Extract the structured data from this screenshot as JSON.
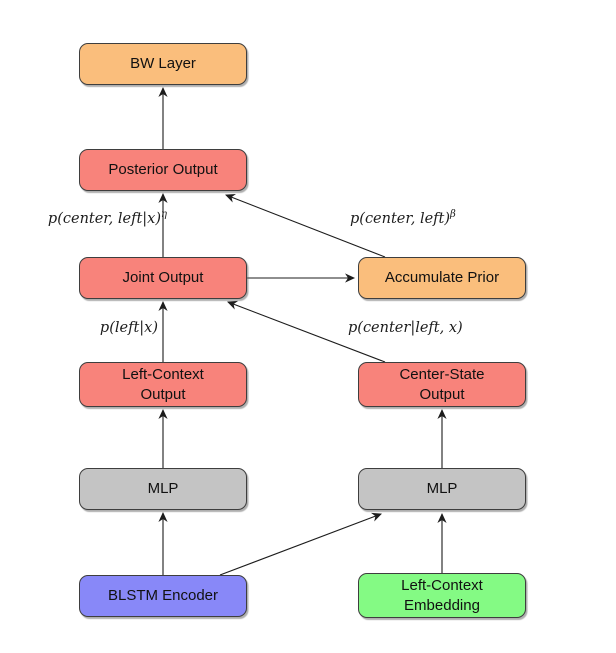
{
  "figure": {
    "background": "#ffffff",
    "colors": {
      "orange": "#FABE7C",
      "red": "#F8837B",
      "gray": "#C4C4C4",
      "blue": "#8888F8",
      "green": "#84FA84",
      "edge": "#1c1c1c"
    },
    "nodes": {
      "bw_layer": {
        "label": "BW Layer",
        "color": "#FABE7C"
      },
      "posterior_output": {
        "label": "Posterior Output",
        "color": "#F8837B"
      },
      "joint_output": {
        "label": "Joint Output",
        "color": "#F8837B"
      },
      "accumulate_prior": {
        "label": "Accumulate Prior",
        "color": "#FABE7C"
      },
      "left_context_output": {
        "line1": "Left-Context",
        "line2": "Output",
        "color": "#F8837B"
      },
      "center_state_output": {
        "line1": "Center-State",
        "line2": "Output",
        "color": "#F8837B"
      },
      "mlp_left": {
        "label": "MLP",
        "color": "#C4C4C4"
      },
      "mlp_right": {
        "label": "MLP",
        "color": "#C4C4C4"
      },
      "blstm_encoder": {
        "label": "BLSTM Encoder",
        "color": "#8888F8"
      },
      "left_context_embedding": {
        "line1": "Left-Context",
        "line2": "Embedding",
        "color": "#84FA84"
      }
    },
    "edge_labels": {
      "posterior_weight": {
        "base": "p(center, left|x)",
        "sup": "η"
      },
      "prior_weight": {
        "base": "p(center, left)",
        "sup": "β"
      },
      "left_given_x": {
        "base": "p(left|x)",
        "sup": ""
      },
      "center_given_left_x": {
        "base": "p(center|left, x)",
        "sup": ""
      }
    },
    "edges": [
      {
        "from": "posterior_output",
        "to": "bw_layer"
      },
      {
        "from": "joint_output",
        "to": "posterior_output"
      },
      {
        "from": "accumulate_prior",
        "to": "posterior_output"
      },
      {
        "from": "joint_output",
        "to": "accumulate_prior"
      },
      {
        "from": "left_context_output",
        "to": "joint_output"
      },
      {
        "from": "center_state_output",
        "to": "joint_output"
      },
      {
        "from": "mlp_left",
        "to": "left_context_output"
      },
      {
        "from": "mlp_right",
        "to": "center_state_output"
      },
      {
        "from": "blstm_encoder",
        "to": "mlp_left"
      },
      {
        "from": "blstm_encoder",
        "to": "mlp_right"
      },
      {
        "from": "left_context_embedding",
        "to": "mlp_right"
      }
    ]
  }
}
